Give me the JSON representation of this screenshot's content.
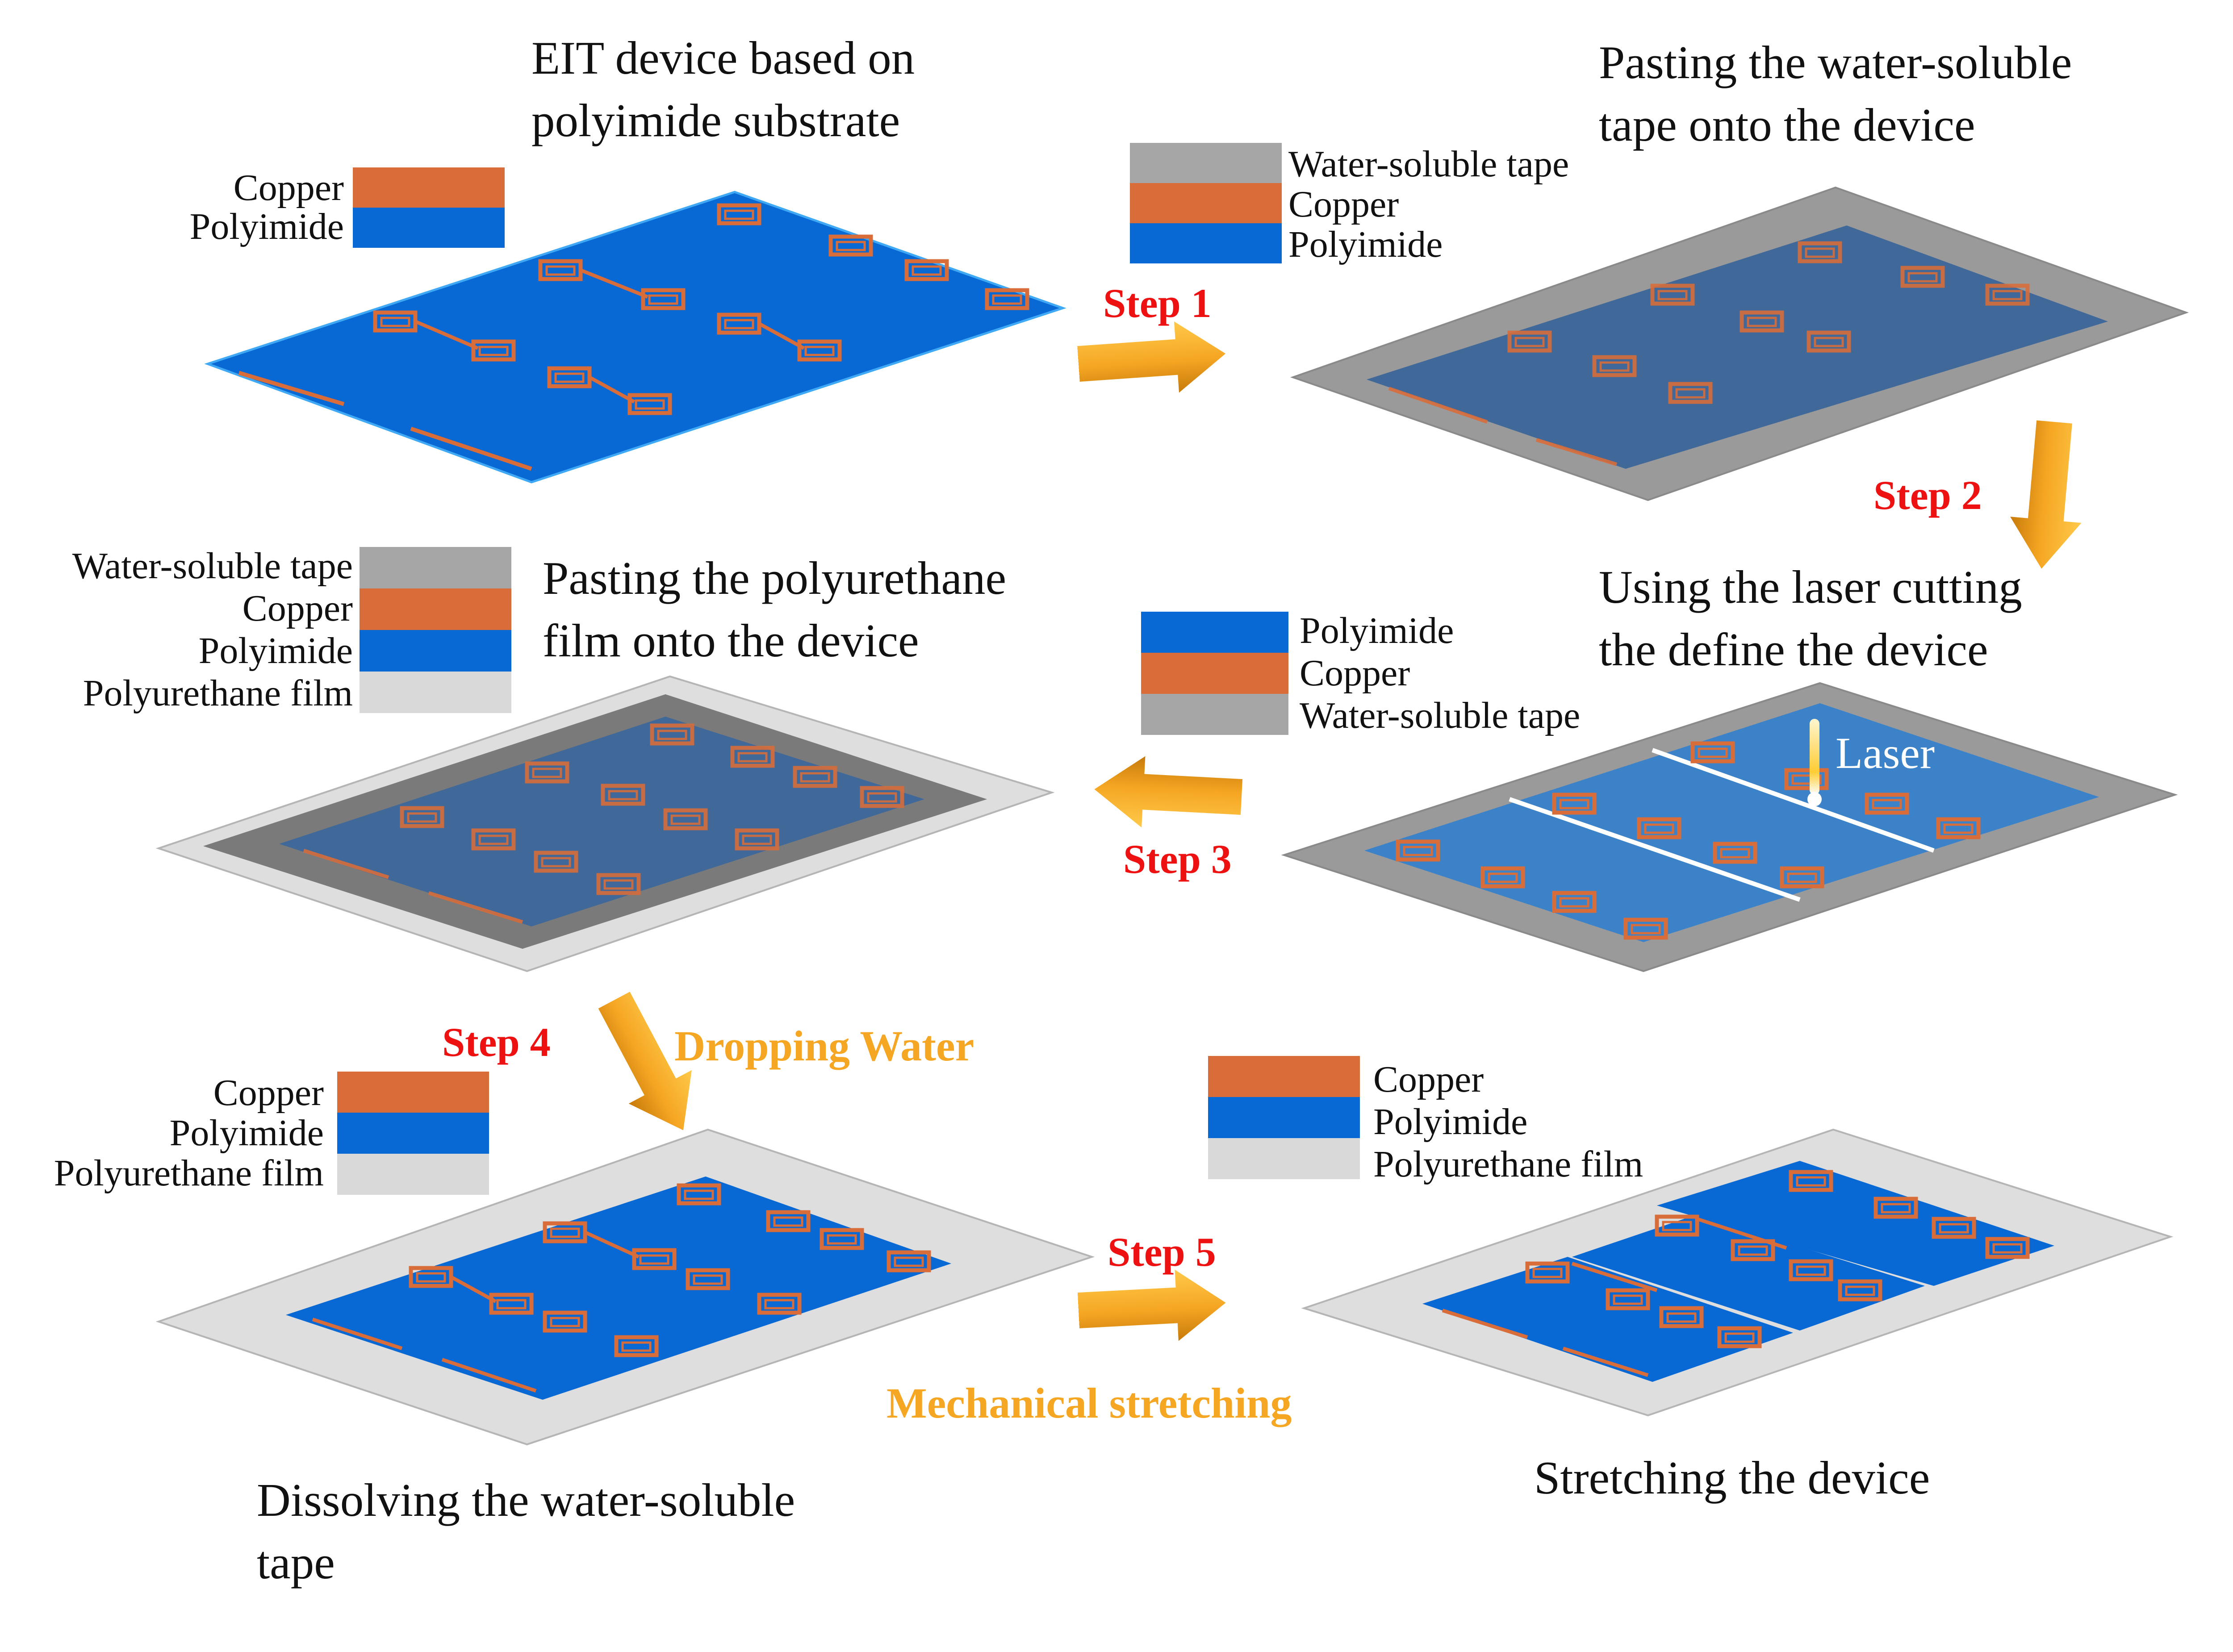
{
  "titles": {
    "p1": [
      "EIT device based on",
      "polyimide substrate"
    ],
    "p2": [
      "Pasting the water-soluble",
      "tape onto the device"
    ],
    "p3": [
      "Pasting the polyurethane",
      "film onto the device"
    ],
    "p4": [
      "Using the laser cutting",
      "the define the device"
    ],
    "p5": [
      "Dissolving the water-soluble",
      "tape"
    ],
    "p6": [
      "Stretching the device"
    ]
  },
  "legends": {
    "l1": [
      "Copper",
      "Polyimide"
    ],
    "l2": [
      "Water-soluble tape",
      "Copper",
      "Polyimide"
    ],
    "l3": [
      "Water-soluble tape",
      "Copper",
      "Polyimide",
      "Polyurethane film"
    ],
    "l4": [
      "Polyimide",
      "Copper",
      "Water-soluble tape"
    ],
    "l5": [
      "Copper",
      "Polyimide",
      "Polyurethane film"
    ],
    "l6": [
      "Copper",
      "Polyimide",
      "Polyurethane film"
    ]
  },
  "steps": {
    "s1": "Step 1",
    "s2": "Step 2",
    "s3": "Step 3",
    "s4": "Step 4",
    "s5": "Step 5"
  },
  "notes": {
    "dropping_water": "Dropping  Water",
    "mechanical_stretching": "Mechanical stretching",
    "laser": "Laser"
  },
  "colors": {
    "copper": "#d96d3a",
    "polyimide": "#0868d4",
    "tape": "#a6a6a6",
    "polyurethane": "#d9d9d9",
    "covered_device": "#40699a",
    "cut_device": "#3b82c9",
    "step_label": "#ee1111",
    "arrow": "#f5a623"
  }
}
